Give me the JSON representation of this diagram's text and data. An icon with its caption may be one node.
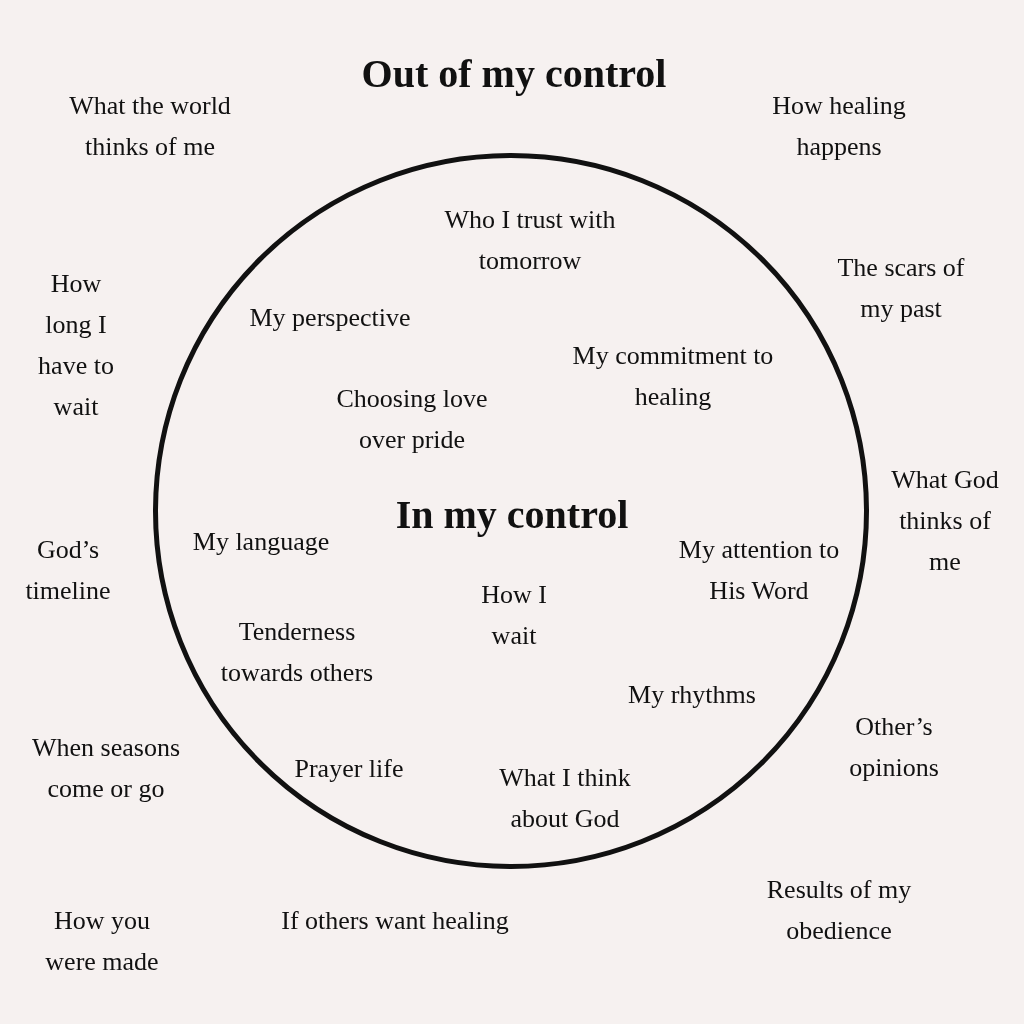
{
  "diagram": {
    "title": "Out of my control",
    "nodes": [
      {
        "text": [
          "Who I trust with tomorrow",
          "My perspective",
          "My commitment to healing",
          "Choosing love over pride",
          "In my control",
          "My language",
          "My attention to His Word",
          "How I wait",
          "Tenderness towards others",
          "My rhythms",
          "Prayer life",
          "What I think about God"
        ]
      }
    ],
    "labels": [
      "What the world thinks of me",
      "How healing happens",
      "How long I have to wait",
      "The scars of my past",
      "What God thinks of me",
      "God’s timeline",
      "Other’s opinions",
      "When seasons come or go",
      "Results of my obedience",
      "How you were made",
      "If others want healing"
    ]
  }
}
